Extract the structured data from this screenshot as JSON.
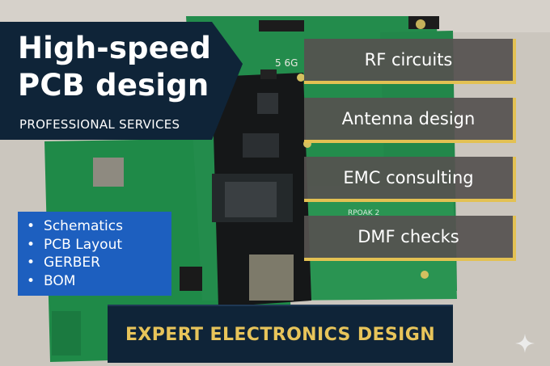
{
  "header": {
    "title_line1": "High-speed",
    "title_line2": "PCB design",
    "subtitle": "PROFESSIONAL SERVICES"
  },
  "services": [
    {
      "label": "RF circuits"
    },
    {
      "label": "Antenna design"
    },
    {
      "label": "EMC consulting"
    },
    {
      "label": "DMF checks"
    }
  ],
  "deliverables": [
    {
      "label": "Schematics"
    },
    {
      "label": "PCB Layout"
    },
    {
      "label": "GERBER"
    },
    {
      "label": "BOM"
    }
  ],
  "banner": {
    "text": "EXPERT ELECTRONICS DESIGN"
  },
  "board_markings": {
    "model": "5 6G",
    "silkscreen": "RPOAK 2"
  },
  "icons": [
    "sparkle-icon"
  ],
  "colors": {
    "navy": "#0f2438",
    "gold": "#e3c153",
    "blue_box": "#1d5fbf",
    "service_gray": "#555250",
    "pcb_green": "#1f8a48"
  }
}
